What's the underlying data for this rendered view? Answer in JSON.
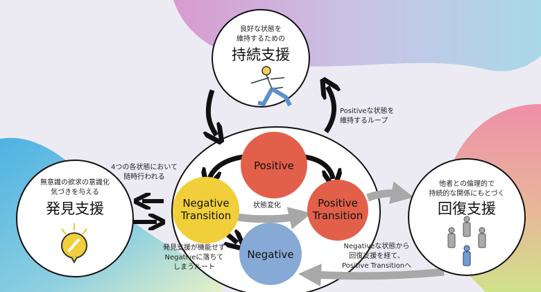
{
  "colors": {
    "positive": "#e2604a",
    "negative_transition": "#f1cf3a",
    "positive_transition": "#e2604a",
    "negative": "#86a9d6",
    "arrow_gray": "#a8a8a8"
  },
  "sustain": {
    "sub1": "良好な状態を",
    "sub2": "維持するための",
    "title": "持続支援"
  },
  "discovery": {
    "sub1": "無意識の欲求の意識化",
    "sub2": "気づきを与える",
    "title": "発見支援"
  },
  "recovery": {
    "sub1": "他者との倫理的で",
    "sub2": "持続的な関係にもとづく",
    "title": "回復支援"
  },
  "states": {
    "positive": "Positive",
    "negative_transition_1": "Negative",
    "negative_transition_2": "Transition",
    "positive_transition_1": "Positive",
    "positive_transition_2": "Transition",
    "negative": "Negative"
  },
  "labels": {
    "loop_1": "Positiveな状態を",
    "loop_2": "維持するループ",
    "anytime_1": "4つの各状態において",
    "anytime_2": "随時行われる",
    "state_change": "状態変化",
    "fail_1": "発見支援が機能せず",
    "fail_2": "Negativeに落ちて",
    "fail_3": "しまうルート",
    "recover_1": "Negativeな状態から",
    "recover_2": "回復支援を経て、",
    "recover_3": "Positive Transitionへ"
  }
}
